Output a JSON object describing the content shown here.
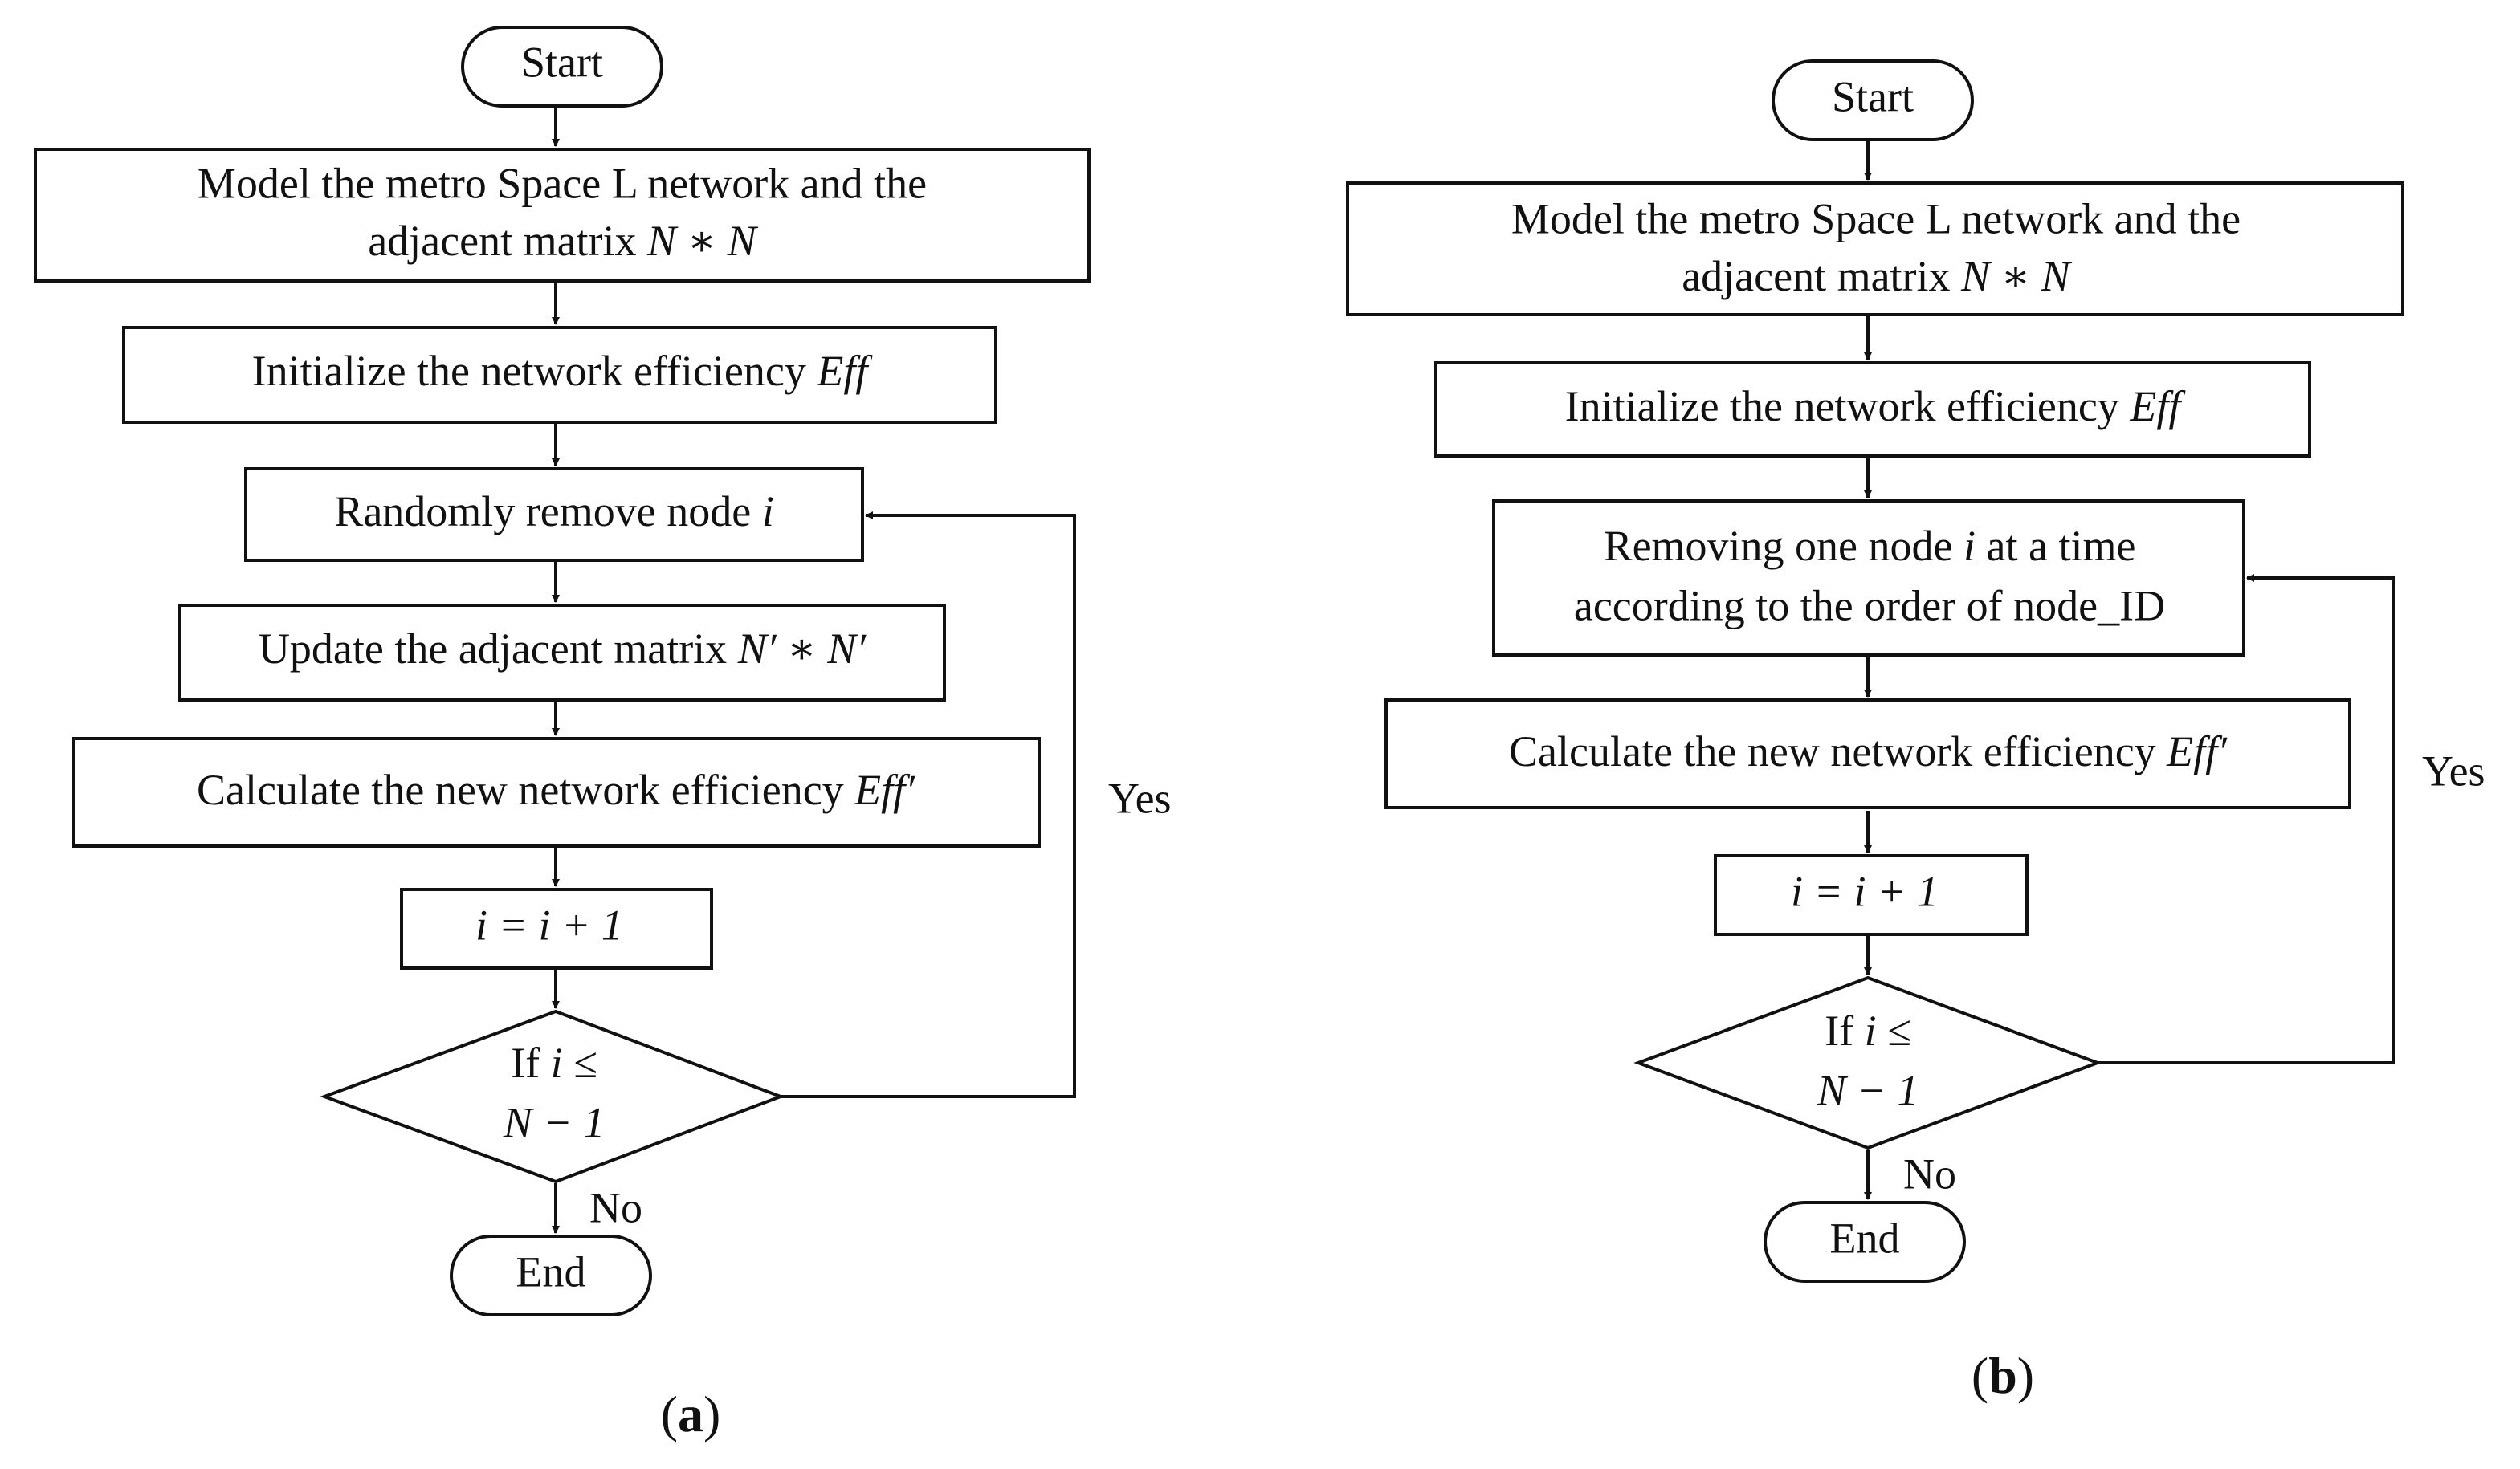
{
  "flowchart_a": {
    "start": "Start",
    "model": {
      "line1": "Model the  metro  Space L network  and the",
      "line2_text": "adjacent matrix ",
      "line2_math": "N ∗ N"
    },
    "init": {
      "text": "Initialize the network efficiency ",
      "math": "Eff"
    },
    "remove": {
      "text": "Randomly remove node ",
      "math": "i"
    },
    "update": {
      "text": "Update the adjacent matrix ",
      "math": "N′ ∗ N′"
    },
    "calc": {
      "text": "Calculate the new network efficiency ",
      "math": "Eff′"
    },
    "increment": "i = i + 1",
    "decision": {
      "line1_text": "If ",
      "line1_math": "i ≤",
      "line2_math": "N − 1"
    },
    "yes": "Yes",
    "no": "No",
    "end": "End",
    "caption": {
      "open": "(",
      "letter": "a",
      "close": ")"
    }
  },
  "flowchart_b": {
    "start": "Start",
    "model": {
      "line1": "Model the  metro  Space L network  and the",
      "line2_text": "adjacent matrix ",
      "line2_math": "N ∗ N"
    },
    "init": {
      "text": "Initialize the network efficiency ",
      "math": "Eff"
    },
    "remove": {
      "line1_a": "Removing one node ",
      "line1_math": "i",
      "line1_b": " at a time",
      "line2": "according to  the order of node_ID"
    },
    "calc": {
      "text": "Calculate the new network efficiency ",
      "math": "Eff′"
    },
    "increment": "i = i + 1",
    "decision": {
      "line1_text": "If ",
      "line1_math": "i ≤",
      "line2_math": "N − 1"
    },
    "yes": "Yes",
    "no": "No",
    "end": "End",
    "caption": {
      "open": "(",
      "letter": "b",
      "close": ")"
    }
  }
}
